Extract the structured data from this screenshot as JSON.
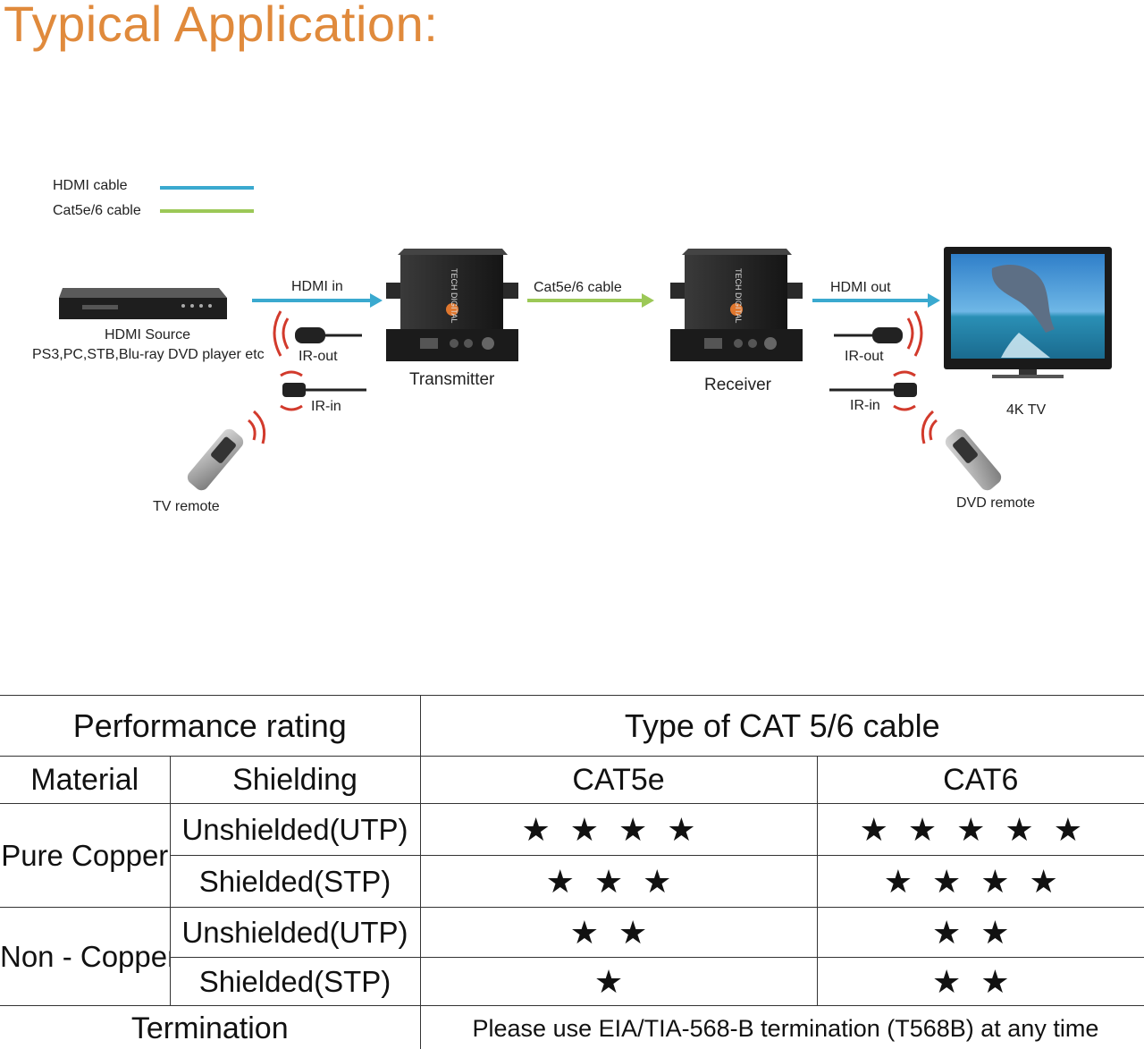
{
  "title": "Typical Application:",
  "legend": {
    "hdmi_label": "HDMI cable",
    "hdmi_color": "#3aa9cf",
    "cat_label": "Cat5e/6 cable",
    "cat_color": "#9cc857"
  },
  "diagram": {
    "source_line1": "HDMI Source",
    "source_line2": "PS3,PC,STB,Blu-ray DVD player etc",
    "hdmi_in": "HDMI in",
    "cat_cable": "Cat5e/6 cable",
    "hdmi_out": "HDMI out",
    "transmitter": "Transmitter",
    "receiver": "Receiver",
    "tv": "4K TV",
    "ir_out_left": "IR-out",
    "ir_in_left": "IR-in",
    "ir_out_right": "IR-out",
    "ir_in_right": "IR-in",
    "tv_remote": "TV remote",
    "dvd_remote": "DVD remote",
    "device_brand": "TECH DIGITAL"
  },
  "table": {
    "performance_rating": "Performance rating",
    "type_header": "Type of CAT 5/6 cable",
    "material_header": "Material",
    "shielding_header": "Shielding",
    "cat5e_header": "CAT5e",
    "cat6_header": "CAT6",
    "rows": [
      {
        "material": "Pure Copper",
        "shielding": "Unshielded(UTP)",
        "cat5e_rating": 4,
        "cat6_rating": 5
      },
      {
        "material": "Pure Copper",
        "shielding": "Shielded(STP)",
        "cat5e_rating": 3,
        "cat6_rating": 4
      },
      {
        "material": "Non - Copper",
        "shielding": "Unshielded(UTP)",
        "cat5e_rating": 2,
        "cat6_rating": 2
      },
      {
        "material": "Non - Copper",
        "shielding": "Shielded(STP)",
        "cat5e_rating": 1,
        "cat6_rating": 2
      }
    ],
    "termination_label": "Termination",
    "termination_text": "Please use EIA/TIA-568-B termination (T568B) at any time"
  }
}
